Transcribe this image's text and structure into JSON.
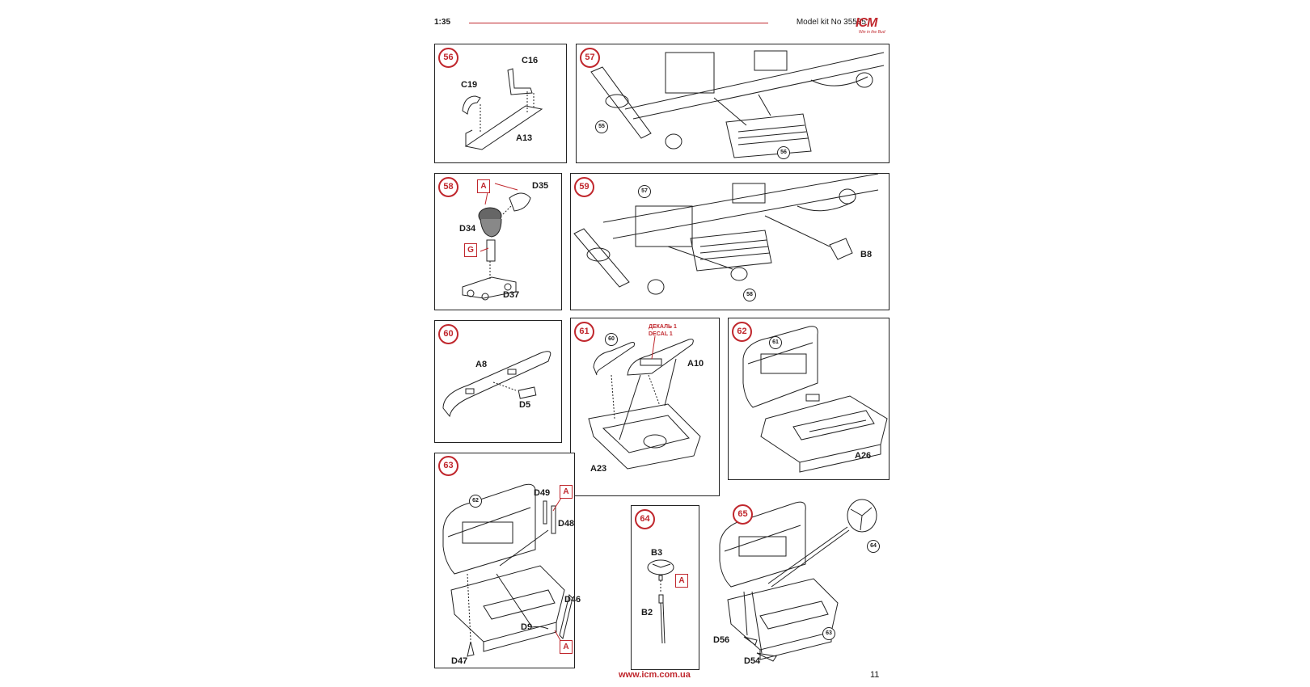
{
  "header": {
    "scale": "1:35",
    "model_kit": "Model kit No 35585",
    "logo_text": "ICM",
    "logo_tagline": "Win in the Bud"
  },
  "footer": {
    "url": "www.icm.com.ua",
    "page_number": "11"
  },
  "colors": {
    "accent": "#c0272d",
    "line": "#222222"
  },
  "steps": {
    "s56": {
      "number": "56",
      "labels": {
        "c16": "C16",
        "c19": "C19",
        "a13": "A13"
      }
    },
    "s57": {
      "number": "57",
      "refs": {
        "r55": "55",
        "r56": "56"
      }
    },
    "s58": {
      "number": "58",
      "labels": {
        "d35": "D35",
        "d34": "D34",
        "d37": "D37"
      },
      "boxes": {
        "a": "A",
        "g": "G"
      }
    },
    "s59": {
      "number": "59",
      "labels": {
        "b8": "B8"
      },
      "refs": {
        "r57": "57",
        "r58": "58"
      }
    },
    "s60": {
      "number": "60",
      "labels": {
        "a8": "A8",
        "d5": "D5"
      }
    },
    "s61": {
      "number": "61",
      "labels": {
        "a10": "A10",
        "a23": "A23"
      },
      "refs": {
        "r60": "60"
      },
      "decal": {
        "ru": "ДЕКАЛЬ 1",
        "en": "DECAL 1"
      }
    },
    "s62": {
      "number": "62",
      "labels": {
        "a26": "A26"
      },
      "refs": {
        "r61": "61"
      }
    },
    "s63": {
      "number": "63",
      "labels": {
        "d49": "D49",
        "d48": "D48",
        "d46": "D46",
        "d9": "D9",
        "d47": "D47"
      },
      "refs": {
        "r62": "62"
      },
      "boxes": {
        "a1": "A",
        "a2": "A"
      }
    },
    "s64": {
      "number": "64",
      "labels": {
        "b3": "B3",
        "b2": "B2"
      },
      "boxes": {
        "a": "A"
      }
    },
    "s65": {
      "number": "65",
      "labels": {
        "d56": "D56",
        "d54": "D54"
      },
      "refs": {
        "r64": "64",
        "r63": "63"
      }
    }
  }
}
